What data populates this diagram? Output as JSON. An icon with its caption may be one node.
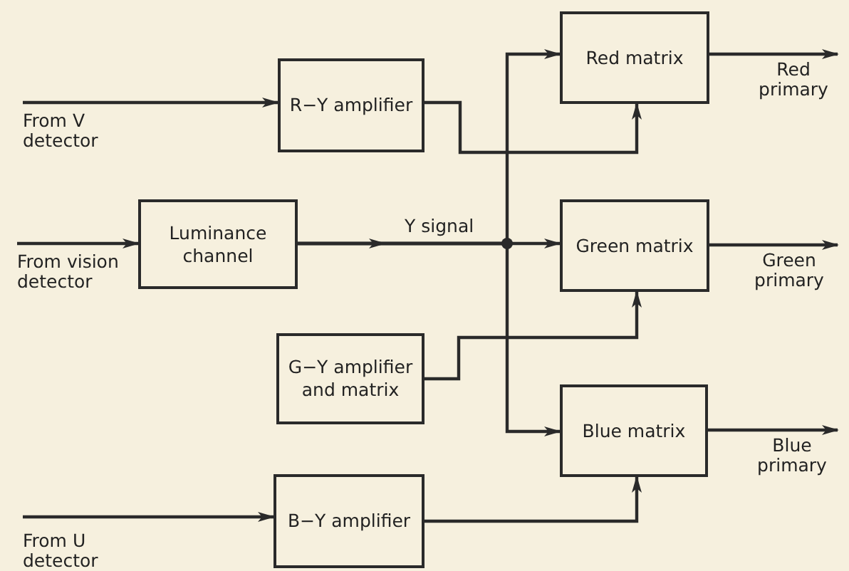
{
  "diagram": {
    "nodes": [
      {
        "text": [
          "From V detector"
        ]
      },
      {
        "text": [
          "R−Y amplifier"
        ]
      },
      {
        "text": [
          "Red matrix"
        ]
      },
      {
        "text": [
          "Red primary"
        ]
      },
      {
        "text": [
          "From vision detector"
        ]
      },
      {
        "text": [
          "Luminance channel"
        ]
      },
      {
        "text": [
          "Green matrix"
        ]
      },
      {
        "text": [
          "Green primary"
        ]
      },
      {
        "text": [
          "G−Y amplifier and matrix"
        ]
      },
      {
        "text": [
          "Blue matrix"
        ]
      },
      {
        "text": [
          "Blue primary"
        ]
      },
      {
        "text": [
          "From U detector"
        ]
      },
      {
        "text": [
          "B−Y amplifier"
        ]
      }
    ],
    "edges": [
      {
        "from": 0,
        "to": 1,
        "arrow": "to"
      },
      {
        "from": 1,
        "to": 2,
        "arrow": "to"
      },
      {
        "from": 2,
        "to": 3,
        "arrow": "to"
      },
      {
        "from": 4,
        "to": 5,
        "arrow": "to"
      },
      {
        "from": 5,
        "to": 2,
        "arrow": "to"
      },
      {
        "from": 5,
        "to": 6,
        "arrow": "to",
        "label": "Y signal"
      },
      {
        "from": 5,
        "to": 9,
        "arrow": "to"
      },
      {
        "from": 6,
        "to": 7,
        "arrow": "to"
      },
      {
        "from": 8,
        "to": 6,
        "arrow": "to"
      },
      {
        "from": 9,
        "to": 10,
        "arrow": "to"
      },
      {
        "from": 11,
        "to": 12,
        "arrow": "to"
      },
      {
        "from": 12,
        "to": 9,
        "arrow": "to"
      }
    ]
  }
}
